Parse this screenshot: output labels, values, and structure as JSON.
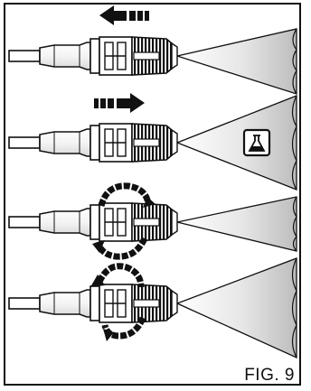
{
  "figure": {
    "label": "FIG. 9"
  },
  "panels": [
    {
      "name": "panel-1",
      "action": "pull-back",
      "icon": "arrow-left-icon"
    },
    {
      "name": "panel-2",
      "action": "push-forward",
      "icon": "arrow-right-icon",
      "badge_icon": "chemical-flask-icon"
    },
    {
      "name": "panel-3",
      "action": "rotate",
      "icon": "rotate-arrow-icon"
    },
    {
      "name": "panel-4",
      "action": "rotate",
      "icon": "rotate-arrow-icon"
    }
  ],
  "colors": {
    "ink": "#111111",
    "spray_light": "#ffffff",
    "spray_dark": "#c8c8c8",
    "hose": "#ffffff"
  }
}
